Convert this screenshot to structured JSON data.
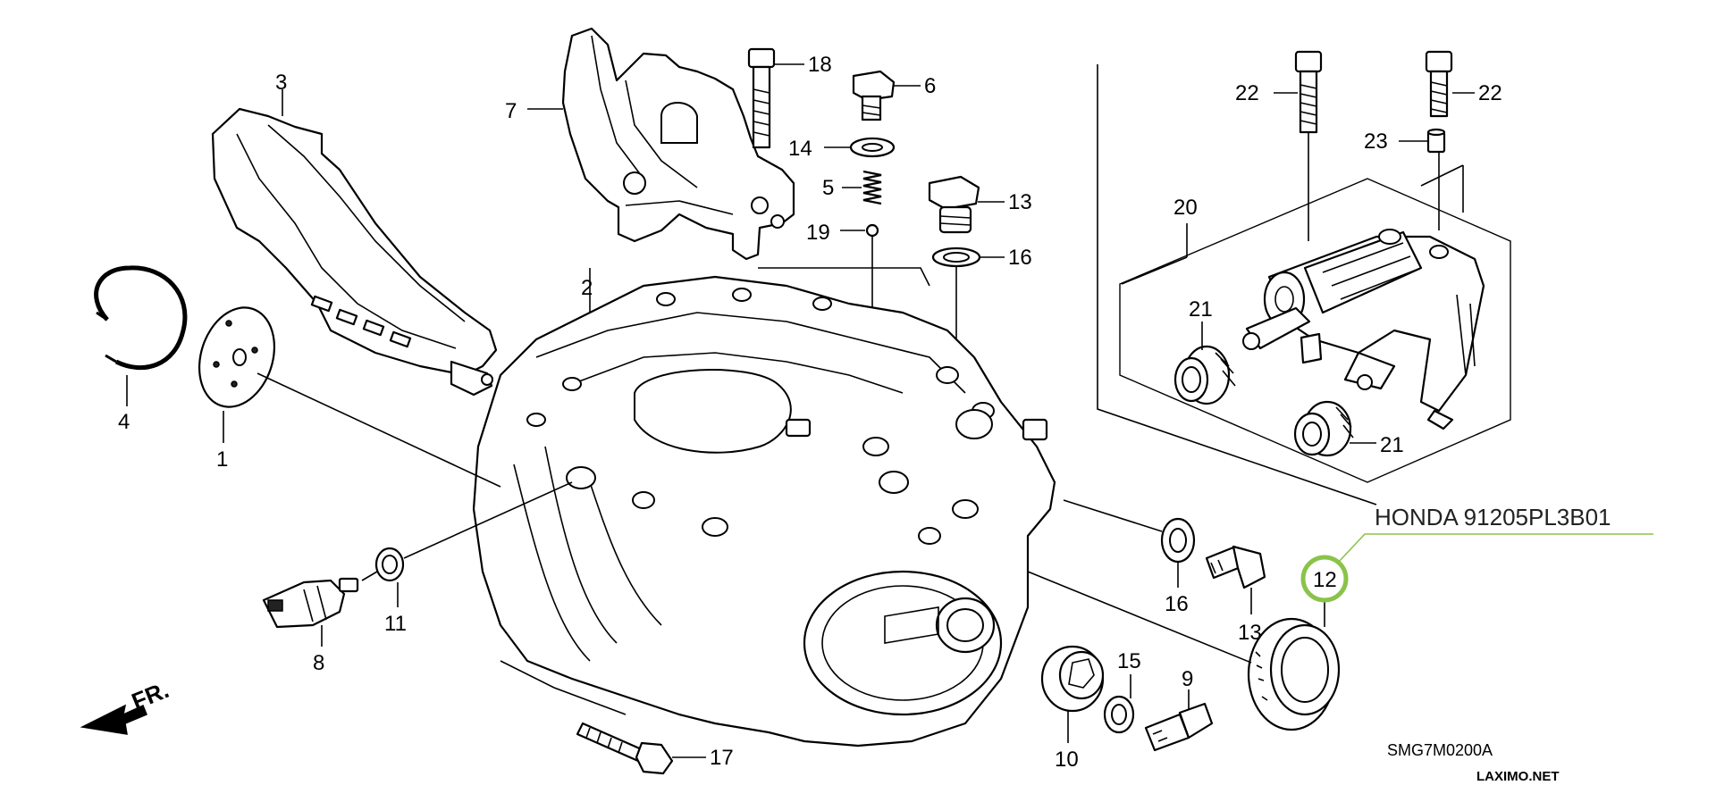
{
  "diagram": {
    "part_label": "HONDA 91205PL3B01",
    "highlight_callout": "12",
    "drawing_code": "SMG7M0200A",
    "watermark": "LAXIMO.NET",
    "front_marker": "FR.",
    "highlight_color": "#8bc34a",
    "callouts": {
      "c1": "1",
      "c2": "2",
      "c3": "3",
      "c4": "4",
      "c5": "5",
      "c6": "6",
      "c7": "7",
      "c8": "8",
      "c9": "9",
      "c10": "10",
      "c11": "11",
      "c13a": "13",
      "c13b": "13",
      "c14": "14",
      "c15": "15",
      "c16a": "16",
      "c16b": "16",
      "c17": "17",
      "c18": "18",
      "c19": "19",
      "c20": "20",
      "c21a": "21",
      "c21b": "21",
      "c22a": "22",
      "c22b": "22",
      "c23": "23"
    }
  }
}
